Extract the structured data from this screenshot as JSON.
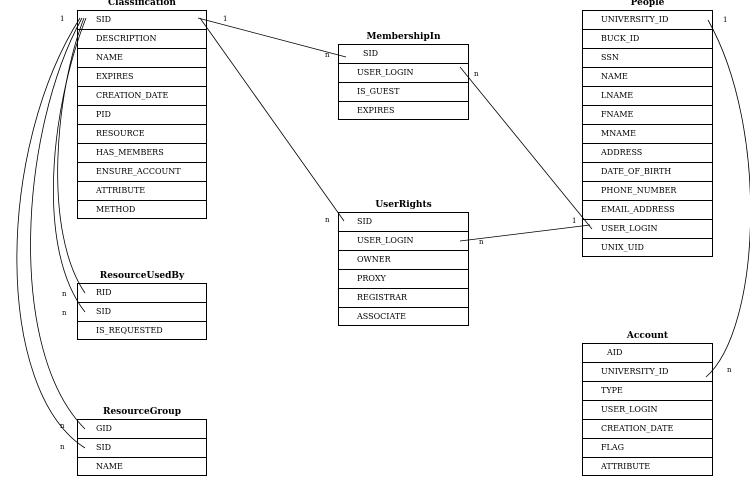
{
  "entities": {
    "classification": {
      "title": "Classification",
      "attributes": [
        "SID",
        "DESCRIPTION",
        "NAME",
        "EXPIRES",
        "CREATION_DATE",
        "PID",
        "RESOURCE",
        "HAS_MEMBERS",
        "ENSURE_ACCOUNT",
        "ATTRIBUTE",
        "METHOD"
      ]
    },
    "resource_used_by": {
      "title": "ResourceUsedBy",
      "attributes": [
        "RID",
        "SID",
        "IS_REQUESTED"
      ]
    },
    "resource_group": {
      "title": "ResourceGroup",
      "attributes": [
        "GID",
        "SID",
        "NAME"
      ]
    },
    "membership_in": {
      "title": "MembershipIn",
      "attributes": [
        "SID",
        "USER_LOGIN",
        "IS_GUEST",
        "EXPIRES"
      ]
    },
    "user_rights": {
      "title": "UserRights",
      "attributes": [
        "SID",
        "USER_LOGIN",
        "OWNER",
        "PROXY",
        "REGISTRAR",
        "ASSOCIATE"
      ]
    },
    "people": {
      "title": "People",
      "attributes": [
        "UNIVERSITY_ID",
        "BUCK_ID",
        "SSN",
        "NAME",
        "LNAME",
        "FNAME",
        "MNAME",
        "ADDRESS",
        "DATE_OF_BIRTH",
        "PHONE_NUMBER",
        "EMAIL_ADDRESS",
        "USER_LOGIN",
        "UNIX_UID"
      ]
    },
    "account": {
      "title": "Account",
      "attributes": [
        "AID",
        "UNIVERSITY_ID",
        "TYPE",
        "USER_LOGIN",
        "CREATION_DATE",
        "FLAG",
        "ATTRIBUTE"
      ]
    }
  },
  "cardinality": {
    "one": "1",
    "many": "n"
  },
  "relationships": [
    {
      "from": "Classification.SID",
      "to": "MembershipIn.SID",
      "cardinality": "1:n"
    },
    {
      "from": "Classification.SID",
      "to": "UserRights.SID",
      "cardinality": "1:n"
    },
    {
      "from": "Classification.SID",
      "to": "ResourceUsedBy.RID",
      "cardinality": "1:n"
    },
    {
      "from": "Classification.SID",
      "to": "ResourceUsedBy.SID",
      "cardinality": "1:n"
    },
    {
      "from": "Classification.SID",
      "to": "ResourceGroup.GID",
      "cardinality": "1:n"
    },
    {
      "from": "Classification.SID",
      "to": "ResourceGroup.SID",
      "cardinality": "1:n"
    },
    {
      "from": "People.USER_LOGIN",
      "to": "MembershipIn.USER_LOGIN",
      "cardinality": "1:n"
    },
    {
      "from": "People.USER_LOGIN",
      "to": "UserRights.USER_LOGIN",
      "cardinality": "1:n"
    },
    {
      "from": "People.UNIVERSITY_ID",
      "to": "Account.UNIVERSITY_ID",
      "cardinality": "1:n"
    }
  ]
}
